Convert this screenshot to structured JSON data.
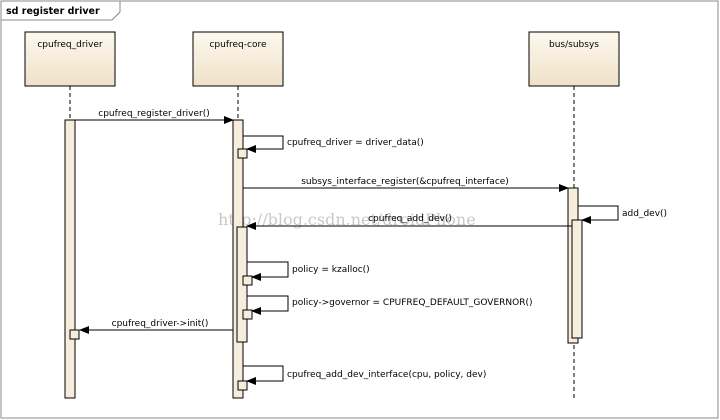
{
  "frame": {
    "title": "sd register driver"
  },
  "participants": [
    {
      "id": "driver",
      "label": "cpufreq_driver"
    },
    {
      "id": "core",
      "label": "cpufreq-core"
    },
    {
      "id": "subsys",
      "label": "bus/subsys"
    }
  ],
  "messages": [
    {
      "id": "m1",
      "label": "cpufreq_register_driver()"
    },
    {
      "id": "m2",
      "label": "cpufreq_driver = driver_data()"
    },
    {
      "id": "m3",
      "label": "subsys_interface_register(&cpufreq_interface)"
    },
    {
      "id": "m4",
      "label": "add_dev()"
    },
    {
      "id": "m5",
      "label": "cpufreq_add_dev()"
    },
    {
      "id": "m6",
      "label": "policy = kzalloc()"
    },
    {
      "id": "m7",
      "label": "policy->governor = CPUFREQ_DEFAULT_GOVERNOR()"
    },
    {
      "id": "m8",
      "label": "cpufreq_driver->init()"
    },
    {
      "id": "m9",
      "label": "cpufreq_add_dev_interface(cpu, policy, dev)"
    }
  ],
  "watermark": "http://blog.csdn.net/droidPhone",
  "colors": {
    "box_fill": "#f7eddc",
    "line": "#000000",
    "watermark": "#c8c8c8"
  }
}
